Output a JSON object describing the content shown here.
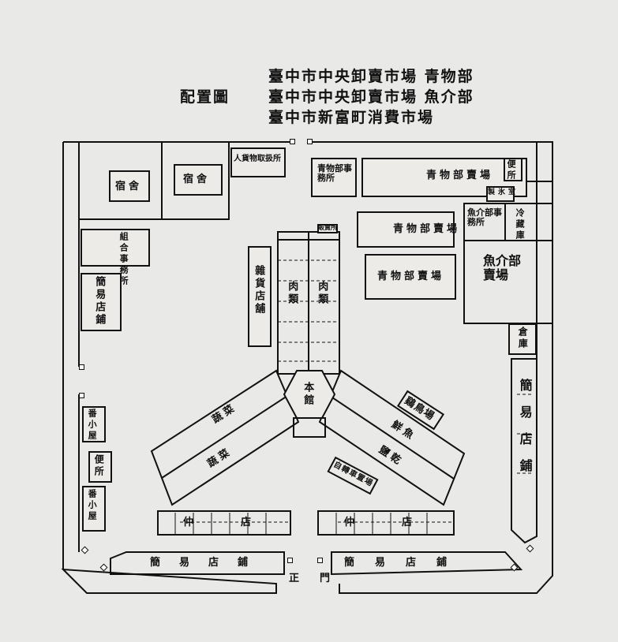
{
  "titles": {
    "line1": "臺中市中央卸賣市場 青物部",
    "line2": "臺中市中央卸賣市場 魚介部",
    "line3": "臺中市新富町消費市場",
    "layout": "配置圖"
  },
  "labels": {
    "dorm1": "宿舍",
    "dorm2": "宿舍",
    "stall_small": "人貨物取扱所",
    "office_left": "組合事務所",
    "simple_store_left": "簡易店鋪",
    "veg_office": "青物部事務所",
    "veg_market1": "青物部賣場",
    "veg_market2": "青物部賣場",
    "veg_market3": "青物部賣場",
    "fish_office": "魚介部事務所",
    "cold_storage": "冷藏庫",
    "ice": "製氷室",
    "fish_market": "魚介部賣場",
    "toilet1": "便所",
    "toilet2": "便所",
    "meat1": "肉類",
    "meat2": "肉類",
    "goods_store": "雜貨店舖",
    "stall_top": "販賣所",
    "warehouse": "倉庫",
    "simple_store_right": "簡易店鋪",
    "honkan": "本館",
    "veg_left1": "蔬菜",
    "veg_left2": "蔬菜",
    "fish_right1": "鮮魚",
    "fish_right2": "鹽乾",
    "poultry": "鷄鳥場",
    "bike": "自轉車置場",
    "storefront_left": "仲店",
    "storefront_right": "仲店",
    "bottom_left": "簡易店鋪",
    "bottom_right": "簡易店鋪",
    "gate": "正門",
    "guard1": "番小屋",
    "guard2": "番小屋"
  }
}
